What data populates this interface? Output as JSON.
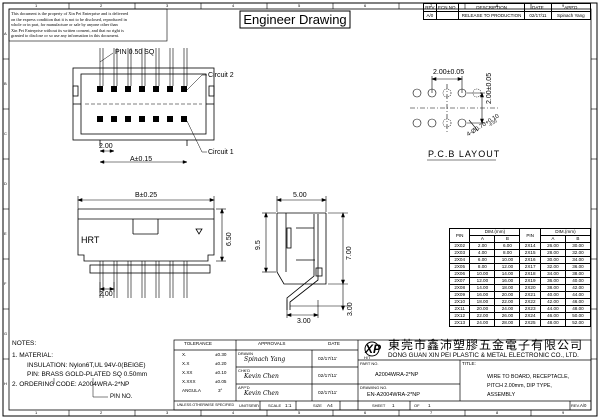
{
  "confidential_note": [
    "This document is the property of Xin Pei Enterprise and is delivered",
    "on the express condition that it is not to be disclosed, reproduced in",
    "whole or in part, for manufacture or sale by anyone other than",
    "Xin Pei Enterprise without its written consent, and that no right is",
    "granted to disclose or so use any information in this document."
  ],
  "title_banner": "Engineer Drawing",
  "revision_table": {
    "headers": [
      "REV",
      "ECN NO.",
      "DESCRIPTION",
      "DATE",
      "APP'D"
    ],
    "rows": [
      [
        "A/0",
        "",
        "RELEASE TO PRODUCTION",
        "02/17/11",
        "Spinach Yang"
      ]
    ]
  },
  "border_numbers": {
    "top": [
      "1",
      "2",
      "3",
      "4",
      "5",
      "6",
      "7",
      "8",
      "9"
    ],
    "bottom": [
      "1",
      "2",
      "3",
      "4",
      "5",
      "6",
      "7",
      "8",
      "9"
    ],
    "left": [
      "A",
      "B",
      "C",
      "D",
      "E",
      "F",
      "G",
      "H"
    ]
  },
  "top_view": {
    "pin_label": "PIN 0.50 SQ",
    "circuit2": "Circuit 2",
    "circuit1": "Circuit 1",
    "pitch": "2.00",
    "dim_a": "A±0.15"
  },
  "pcb": {
    "pitch": "2.00±0.05",
    "hole": "4-Ø0.70+0.10",
    "hole_tol": "-0.05",
    "title": "P.C.B LAYOUT"
  },
  "front_view": {
    "dim_b": "B±0.25",
    "brand": "HRT",
    "height": "6.50",
    "pitch": "2.00"
  },
  "side_view": {
    "width": "5.00",
    "height": "7.00",
    "left_dim": "9.5",
    "tail": "3.00"
  },
  "dim_table": {
    "dim_header": "DIM.(mm)",
    "col_pin": "PIN",
    "col_a": "A",
    "col_b": "B",
    "left": [
      [
        "2X02",
        "2.00",
        "6.00"
      ],
      [
        "2X03",
        "4.00",
        "8.00"
      ],
      [
        "2X04",
        "6.00",
        "10.00"
      ],
      [
        "2X05",
        "8.00",
        "12.00"
      ],
      [
        "2X06",
        "10.00",
        "14.00"
      ],
      [
        "2X07",
        "12.00",
        "16.00"
      ],
      [
        "2X08",
        "14.00",
        "18.00"
      ],
      [
        "2X09",
        "16.00",
        "20.00"
      ],
      [
        "2X10",
        "18.00",
        "22.00"
      ],
      [
        "2X11",
        "20.00",
        "24.00"
      ],
      [
        "2X12",
        "22.00",
        "26.00"
      ],
      [
        "2X13",
        "24.00",
        "28.00"
      ]
    ],
    "right": [
      [
        "2X14",
        "26.00",
        "30.00"
      ],
      [
        "2X15",
        "28.00",
        "32.00"
      ],
      [
        "2X16",
        "30.00",
        "34.00"
      ],
      [
        "2X17",
        "32.00",
        "36.00"
      ],
      [
        "2X18",
        "34.00",
        "38.00"
      ],
      [
        "2X19",
        "36.00",
        "40.00"
      ],
      [
        "2X20",
        "38.00",
        "42.00"
      ],
      [
        "2X21",
        "40.00",
        "44.00"
      ],
      [
        "2X22",
        "42.00",
        "46.00"
      ],
      [
        "2X23",
        "44.00",
        "48.00"
      ],
      [
        "2X24",
        "46.00",
        "50.00"
      ],
      [
        "2X25",
        "48.00",
        "52.00"
      ]
    ]
  },
  "company": {
    "name_cn": "東莞市鑫沛塑膠五金電子有限公司",
    "name_en": "DONG GUAN XIN PEI PLASTIC & METAL ELECTRONIC CO., LTD.",
    "logo": "XP",
    "logo_sub": "H/T"
  },
  "notes": {
    "title": "NOTES:",
    "items": [
      "1. MATERIAL:",
      "INSULATION: Nylon6T,UL 94V-0(BEIGE)",
      "PIN: BRASS GOLD-PLATED SQ 0.50mm",
      "2. ORDERING CODE: A2004WRA-2*NP"
    ],
    "pin_no": "PIN NO."
  },
  "tolerance": {
    "header": "TOLERANCE",
    "rows": [
      [
        "X.",
        "±0.30"
      ],
      [
        "X.X",
        "±0.20"
      ],
      [
        "X.XX",
        "±0.10"
      ],
      [
        "X.XXX",
        "±0.05"
      ],
      [
        "ANGULA",
        "3°"
      ]
    ],
    "footer": "UNLESS OTHERWISE SPECIFIED"
  },
  "approvals": {
    "header": "APPROVALS",
    "date_header": "DATE",
    "drawn_label": "DRAWN",
    "drawn_by": "Spinach Yang",
    "drawn_date": "02/17/11'",
    "chkd_label": "CHK'D",
    "chkd_by": "Kevin Chen",
    "chkd_date": "02/17/11'",
    "appd_label": "APP'D",
    "appd_by": "Kevin Chen",
    "appd_date": "02/17/11'"
  },
  "title_block": {
    "part_no_label": "PART NO.",
    "part_no": "A2004WRA-2*NP",
    "drawing_no_label": "DRAWING NO.",
    "drawing_no": "EN-A2004WRA-2*NP",
    "title_label": "TITLE:",
    "title_lines": [
      "WIRE TO BOARD, RECEPTACLE,",
      "PITCH 2.00mm, DIP TYPE,",
      "ASSEMBLY"
    ],
    "units_label": "UNITS",
    "units": "mm",
    "scale_label": "SCALE",
    "scale": "1:1",
    "size_label": "SIZE",
    "size": "A4",
    "sheet_label": "SHEET",
    "sheet": "1",
    "of_label": "OF",
    "of": "1",
    "rev_label": "REV.",
    "rev": "A/0"
  }
}
